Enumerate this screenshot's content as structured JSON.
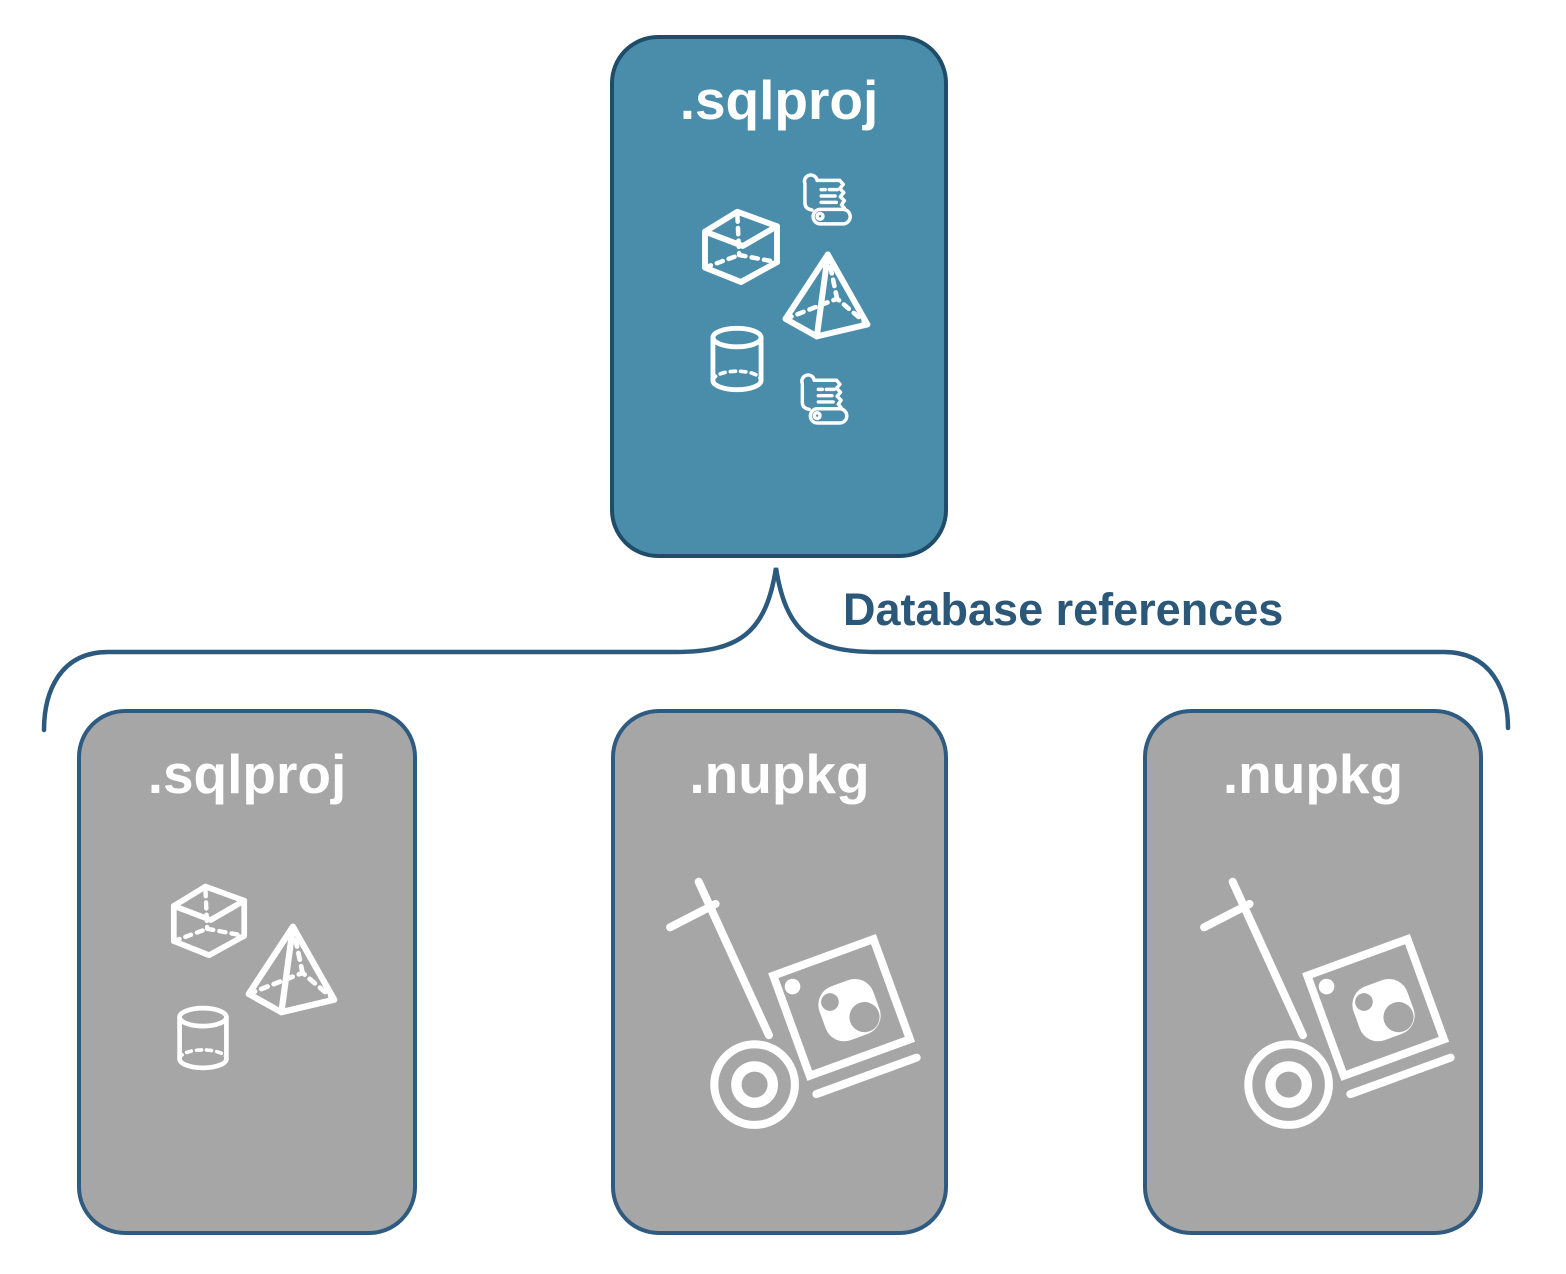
{
  "diagram": {
    "parent": {
      "label": ".sqlproj",
      "icons": [
        "script-scroll-icon",
        "cube-icon",
        "pyramid-icon",
        "database-cylinder-icon",
        "script-scroll-icon"
      ]
    },
    "connector_label": "Database references",
    "children": [
      {
        "label": ".sqlproj",
        "icons": [
          "cube-icon",
          "pyramid-icon",
          "database-cylinder-icon"
        ]
      },
      {
        "label": ".nupkg",
        "icons": [
          "nuget-package-handtruck-icon"
        ]
      },
      {
        "label": ".nupkg",
        "icons": [
          "nuget-package-handtruck-icon"
        ]
      }
    ],
    "colors": {
      "background": "#ffffff",
      "parent_fill": "#4a8dab",
      "parent_border": "#1e4c69",
      "child_fill": "#a6a6a6",
      "child_border": "#2e5b7f",
      "connector": "#2b5a7e",
      "connector_label_text": "#2b5778",
      "node_label_text": "#ffffff"
    }
  }
}
